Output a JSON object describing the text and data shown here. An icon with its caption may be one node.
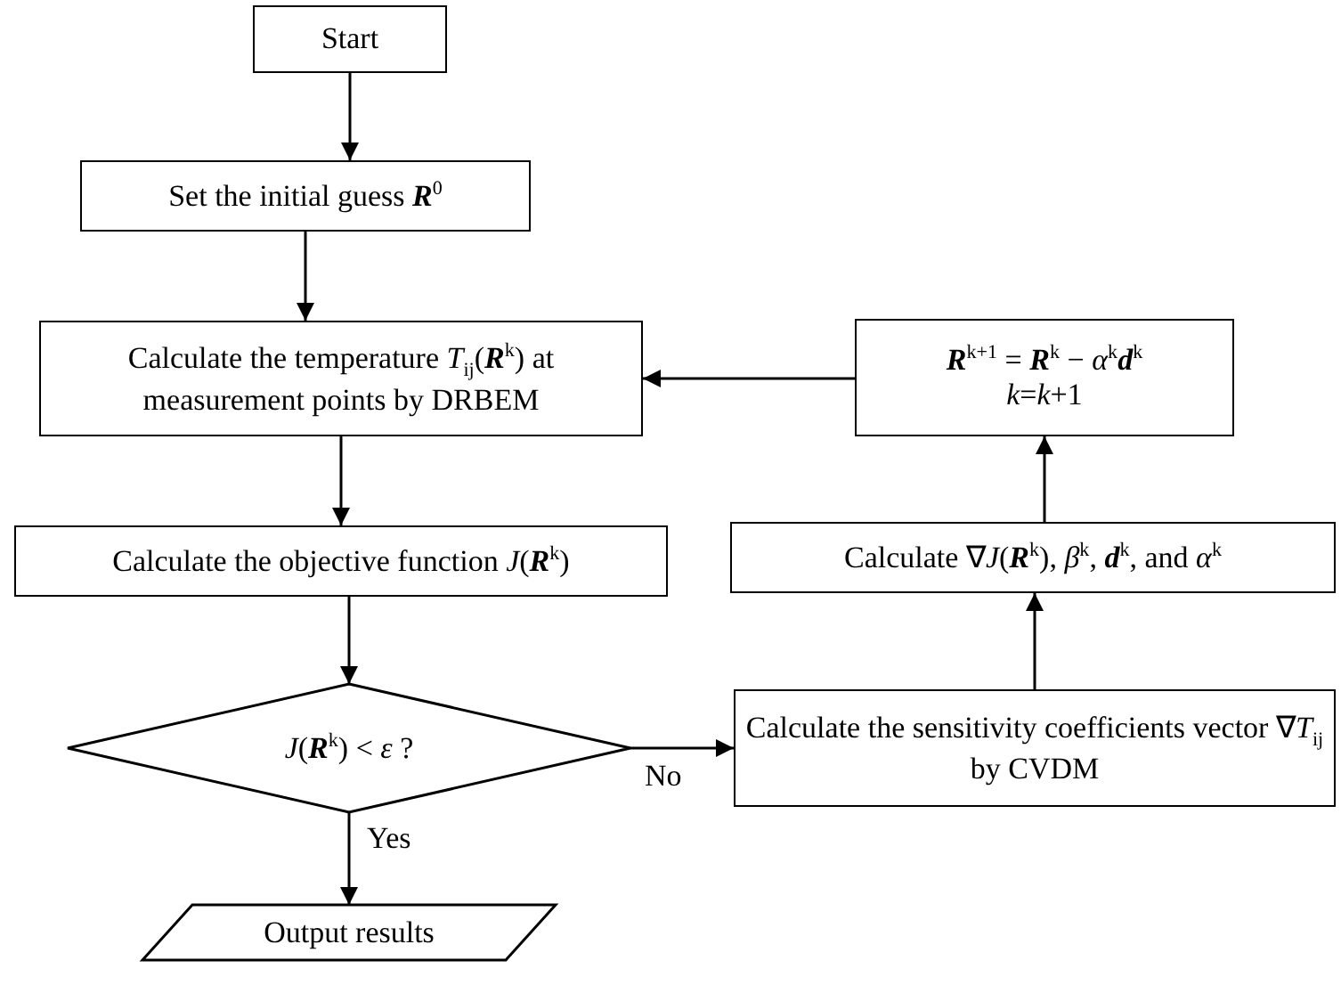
{
  "diagram": {
    "nodes": [
      {
        "text": [
          "Start"
        ]
      },
      {
        "text": [
          "Set the initial guess **R**$^{0}$"
        ]
      },
      {
        "text": [
          "Calculate the temperature *T*$_{ij}$(**R**$^{k}$) at measurement points by DRBEM"
        ]
      },
      {
        "text": [
          "Calculate the objective function *J*(**R**$^{k}$)"
        ]
      },
      {
        "text": [
          "*J*(**R**$^{k}$) < *ε*  ?"
        ]
      },
      {
        "text": [
          "Output results"
        ]
      },
      {
        "text": [
          "**R**$^{k+1}$ = **R**$^{k}$ − *α*$^{k}$**d**$^{k}$",
          "*k*=*k*+1"
        ]
      },
      {
        "text": [
          "Calculate ∇*J*(**R**$^{k}$), *β*$^{k}$, **d**$^{k}$, and *α*$^{k}$"
        ]
      },
      {
        "text": [
          "Calculate the sensitivity coefficients vector ∇*T*$_{ij}$ by CVDM"
        ]
      }
    ],
    "edges": [
      {
        "from": 0,
        "to": 1,
        "arrow": "to"
      },
      {
        "from": 1,
        "to": 2,
        "arrow": "to"
      },
      {
        "from": 2,
        "to": 3,
        "arrow": "to"
      },
      {
        "from": 3,
        "to": 4,
        "arrow": "to"
      },
      {
        "from": 4,
        "to": 5,
        "arrow": "to",
        "label": "Yes"
      },
      {
        "from": 4,
        "to": 8,
        "arrow": "to",
        "label": "No"
      },
      {
        "from": 8,
        "to": 7,
        "arrow": "to"
      },
      {
        "from": 7,
        "to": 6,
        "arrow": "to"
      },
      {
        "from": 6,
        "to": 2,
        "arrow": "to"
      }
    ]
  }
}
